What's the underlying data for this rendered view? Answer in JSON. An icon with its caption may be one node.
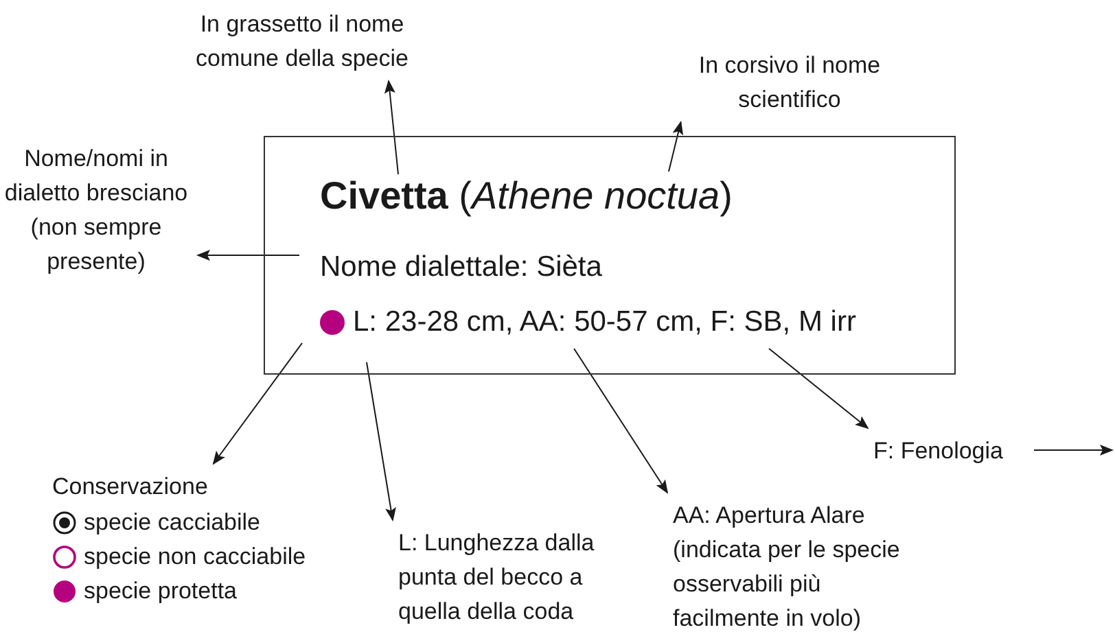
{
  "diagram": {
    "nodes": [
      {
        "text": [
          "**Civetta** (*Athene noctua*)",
          "Nome dialettale: Sièta",
          "L: 23-28 cm, AA: 50-57 cm, F: SB, M irr"
        ]
      },
      {
        "text": [
          "In grassetto il nome comune della specie"
        ]
      },
      {
        "text": [
          "In corsivo il nome scientifico"
        ]
      },
      {
        "text": [
          "Nome/nomi in dialetto bresciano (non sempre presente)"
        ]
      },
      {
        "text": [
          "Conservazione"
        ]
      },
      {
        "text": [
          "L: Lunghezza dalla punta del becco a quella della coda"
        ]
      },
      {
        "text": [
          "AA: Apertura Alare (indicata per le specie osservabili più facilmente in volo)"
        ]
      },
      {
        "text": [
          "F: Fenologia"
        ]
      }
    ],
    "edges": [
      {
        "from": 0,
        "to": 1,
        "arrow": "to"
      },
      {
        "from": 0,
        "to": 2,
        "arrow": "to"
      },
      {
        "from": 0,
        "to": 3,
        "arrow": "to"
      },
      {
        "from": 0,
        "to": 4,
        "arrow": "to"
      },
      {
        "from": 0,
        "to": 5,
        "arrow": "to"
      },
      {
        "from": 0,
        "to": 6,
        "arrow": "to"
      },
      {
        "from": 0,
        "to": 7,
        "arrow": "to"
      },
      {
        "from": 7,
        "to": null,
        "arrow": "to"
      }
    ],
    "legend": [
      {
        "text": "specie cacciabile"
      },
      {
        "text": "specie non cacciabile"
      },
      {
        "text": "specie protetta",
        "color": "#b5007f"
      }
    ]
  }
}
